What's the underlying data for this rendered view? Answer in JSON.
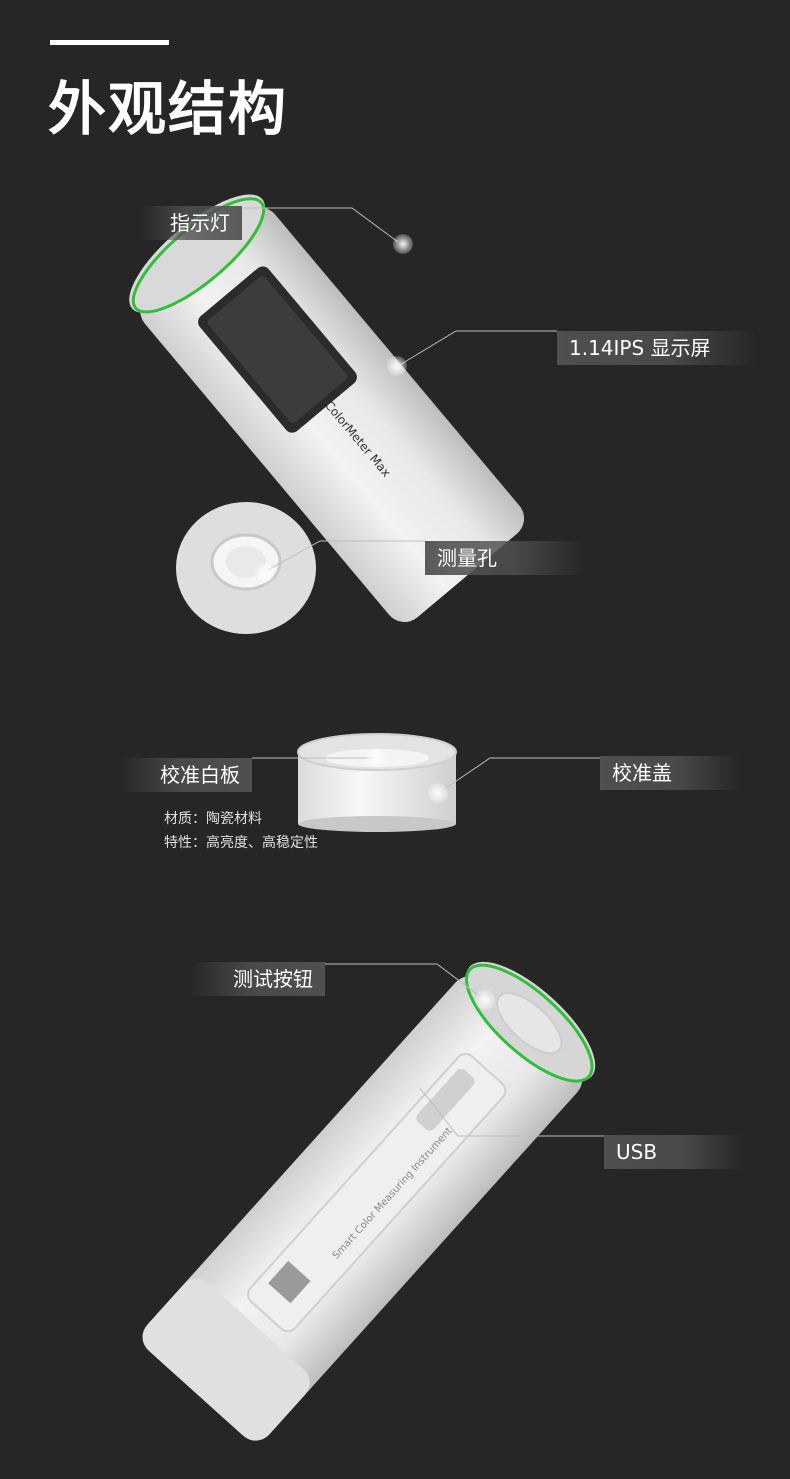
{
  "header": {
    "title": "外观结构"
  },
  "device_top": {
    "callouts": {
      "indicator": "指示灯",
      "display": "1.14IPS 显示屏",
      "aperture": "测量孔"
    },
    "body_print": "ColorMeter Max"
  },
  "calibration": {
    "callouts": {
      "white_board": "校准白板",
      "cap": "校准盖"
    },
    "material": "材质：陶瓷材料",
    "feature": "特性：高亮度、高稳定性"
  },
  "device_bottom": {
    "callouts": {
      "button": "测试按钮",
      "usb": "USB"
    },
    "body_print": "Smart Color Measuring Instrument"
  },
  "colors": {
    "background": "#262626",
    "accent": "#2fbf3a",
    "body": "#e6e6e6"
  }
}
